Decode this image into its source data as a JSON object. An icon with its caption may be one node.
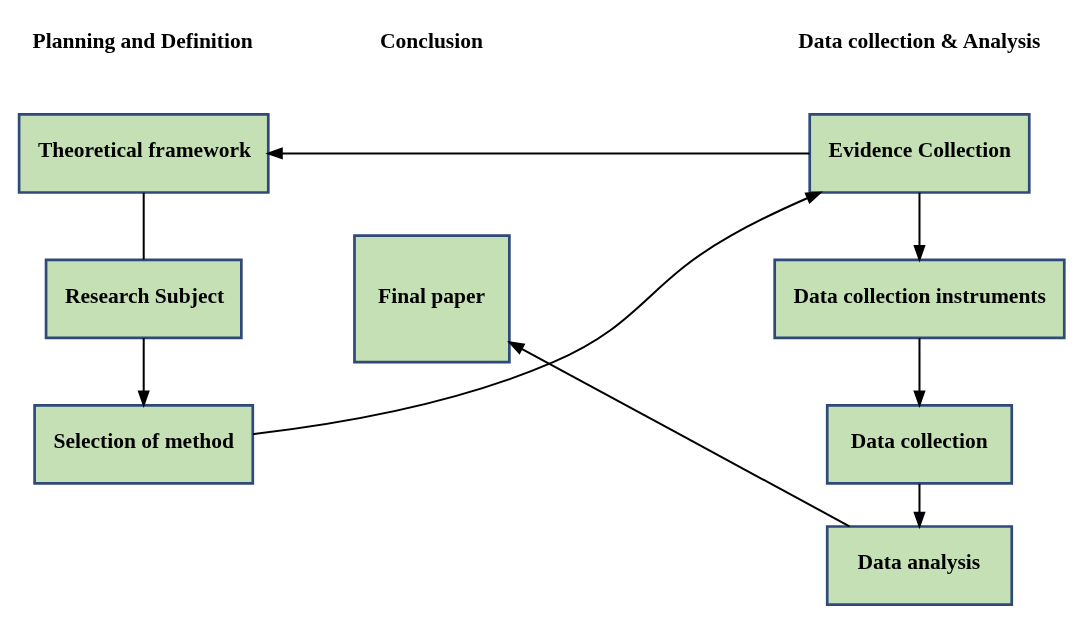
{
  "diagram": {
    "nodes": [
      {
        "text": [
          "Theoretical framework"
        ]
      },
      {
        "text": [
          "Research Subject"
        ]
      },
      {
        "text": [
          "Selection of method"
        ]
      },
      {
        "text": [
          "Evidence Collection"
        ]
      },
      {
        "text": [
          "Data collection instruments"
        ]
      },
      {
        "text": [
          "Data collection"
        ]
      },
      {
        "text": [
          "Data analysis"
        ]
      },
      {
        "text": [
          "Final paper"
        ]
      }
    ],
    "edges": [
      {
        "from": 3,
        "to": 0,
        "arrow": "to"
      },
      {
        "from": 0,
        "to": 1,
        "arrow": "none"
      },
      {
        "from": 1,
        "to": 2,
        "arrow": "to"
      },
      {
        "from": 2,
        "to": 3,
        "arrow": "to"
      },
      {
        "from": 3,
        "to": 4,
        "arrow": "to"
      },
      {
        "from": 4,
        "to": 5,
        "arrow": "to"
      },
      {
        "from": 5,
        "to": 6,
        "arrow": "to"
      },
      {
        "from": 6,
        "to": 7,
        "arrow": "to"
      }
    ],
    "labels": [
      "Planning and Definition",
      "Data collection & Analysis",
      "Conclusion"
    ]
  }
}
